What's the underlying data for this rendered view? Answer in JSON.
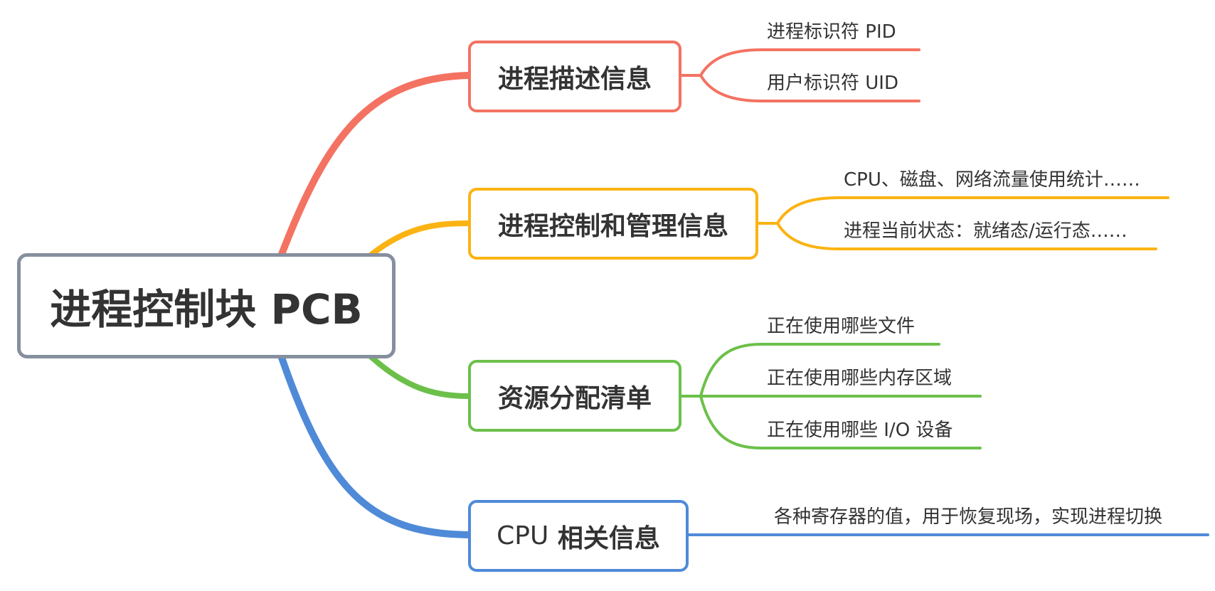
{
  "root": {
    "label": "进程控制块 PCB",
    "border_color": "#868f9e"
  },
  "branches": [
    {
      "label": "进程描述信息",
      "color": "#f47262",
      "leaves": [
        "进程标识符 PID",
        "用户标识符 UID"
      ]
    },
    {
      "label": "进程控制和管理信息",
      "color": "#fbb313",
      "leaves": [
        "CPU、磁盘、网络流量使用统计……",
        "进程当前状态：就绪态/运行态……"
      ]
    },
    {
      "label": "资源分配清单",
      "color": "#6cc04a",
      "leaves": [
        "正在使用哪些文件",
        "正在使用哪些内存区域",
        "正在使用哪些 I/O 设备"
      ]
    },
    {
      "label_prefix": "CPU",
      "label_suffix": "相关信息",
      "color": "#4f8ad8",
      "leaves": [
        "各种寄存器的值，用于恢复现场，实现进程切换"
      ]
    }
  ]
}
